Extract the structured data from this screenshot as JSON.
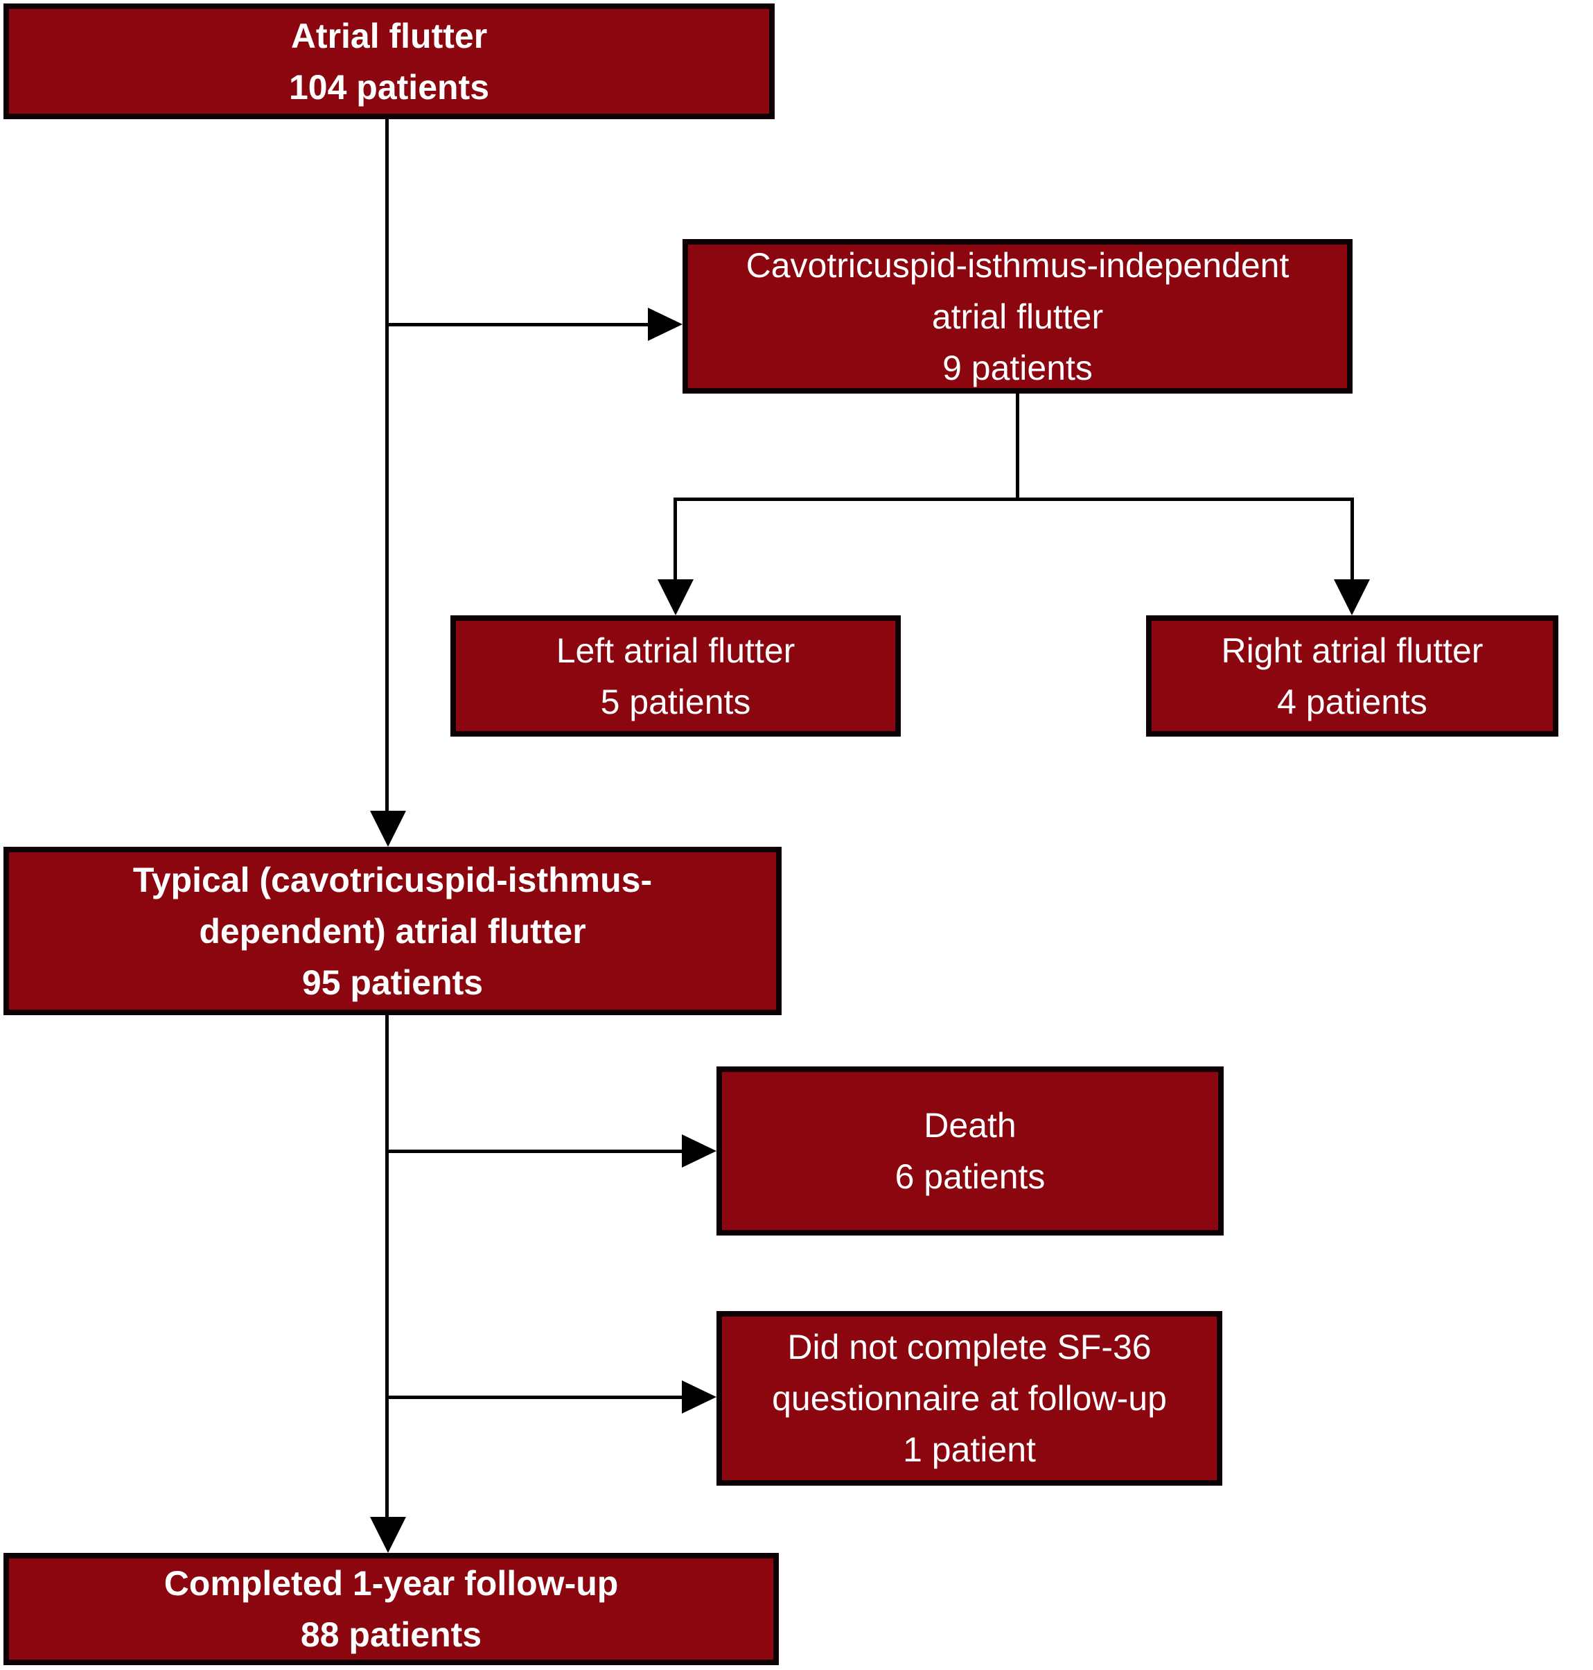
{
  "figure": {
    "type": "patient-flow-diagram",
    "background_color": "#ffffff",
    "box_fill_color": "#8b060f",
    "box_border_color": "#0d0105",
    "text_color": "#ffffff",
    "connector_color": "#000000"
  },
  "nodes": {
    "root": {
      "lines": [
        "Atrial flutter",
        "104 patients"
      ],
      "emphasis": "bold"
    },
    "cti_independent": {
      "lines": [
        "Cavotricuspid-isthmus-independent",
        "atrial flutter",
        "9 patients"
      ],
      "emphasis": "normal"
    },
    "left_flutter": {
      "lines": [
        "Left atrial flutter",
        "5 patients"
      ],
      "emphasis": "normal"
    },
    "right_flutter": {
      "lines": [
        "Right atrial flutter",
        "4 patients"
      ],
      "emphasis": "normal"
    },
    "typical": {
      "lines": [
        "Typical (cavotricuspid-isthmus-",
        "dependent) atrial flutter",
        "95 patients"
      ],
      "emphasis": "bold"
    },
    "death": {
      "lines": [
        "Death",
        "6 patients"
      ],
      "emphasis": "normal"
    },
    "no_sf36": {
      "lines": [
        "Did not complete SF-36",
        "questionnaire at follow-up",
        "1 patient"
      ],
      "emphasis": "normal"
    },
    "completed": {
      "lines": [
        "Completed 1-year follow-up",
        "88 patients"
      ],
      "emphasis": "bold"
    }
  }
}
